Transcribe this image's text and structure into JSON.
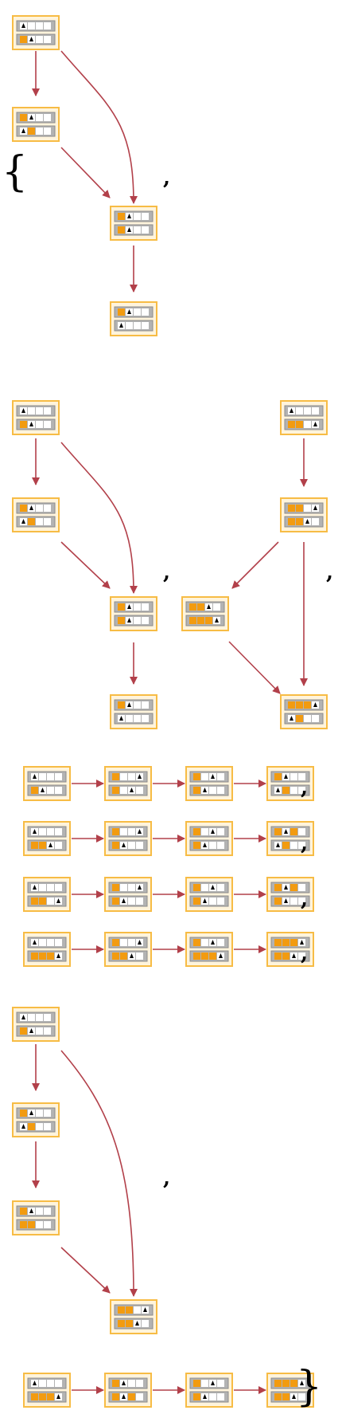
{
  "palette": {
    "frame": "#F7BC45",
    "frame_bg": "#FFF4DC",
    "row_bg": "#B3B3B3",
    "row_border": "#8C8C8C",
    "cell_empty": "#FFFFFF",
    "cell_filled": "#F29B10",
    "head": "#000000",
    "arrow": "#B2404A"
  },
  "punctuation": {
    "open_brace": "{",
    "close_brace": "}",
    "comma": ","
  },
  "graphs": [
    {
      "name": "graph-1",
      "nodes": [
        {
          "id": "a",
          "rows": [
            [
              "h",
              "e",
              "e",
              "e"
            ],
            [
              "f",
              "h",
              "e",
              "e"
            ]
          ]
        },
        {
          "id": "b",
          "rows": [
            [
              "f",
              "h",
              "e",
              "e"
            ],
            [
              "h",
              "f",
              "e",
              "e"
            ]
          ]
        },
        {
          "id": "c",
          "rows": [
            [
              "f",
              "h",
              "e",
              "e"
            ],
            [
              "f",
              "h",
              "e",
              "e"
            ]
          ]
        },
        {
          "id": "d",
          "rows": [
            [
              "f",
              "h",
              "e",
              "e"
            ],
            [
              "h",
              "e",
              "e",
              "e"
            ]
          ]
        }
      ],
      "edges": [
        [
          "a",
          "b"
        ],
        [
          "a",
          "c"
        ],
        [
          "b",
          "c"
        ],
        [
          "c",
          "d"
        ]
      ]
    },
    {
      "name": "graph-2",
      "nodes": [
        {
          "id": "a",
          "rows": [
            [
              "h",
              "e",
              "e",
              "e"
            ],
            [
              "f",
              "h",
              "e",
              "e"
            ]
          ]
        },
        {
          "id": "b",
          "rows": [
            [
              "f",
              "h",
              "e",
              "e"
            ],
            [
              "h",
              "f",
              "e",
              "e"
            ]
          ]
        },
        {
          "id": "c",
          "rows": [
            [
              "f",
              "h",
              "e",
              "e"
            ],
            [
              "f",
              "h",
              "e",
              "e"
            ]
          ]
        },
        {
          "id": "d",
          "rows": [
            [
              "f",
              "h",
              "e",
              "e"
            ],
            [
              "h",
              "e",
              "e",
              "e"
            ]
          ]
        }
      ],
      "edges": [
        [
          "a",
          "b"
        ],
        [
          "a",
          "c"
        ],
        [
          "b",
          "c"
        ],
        [
          "c",
          "d"
        ]
      ]
    },
    {
      "name": "graph-3",
      "nodes": [
        {
          "id": "a",
          "rows": [
            [
              "h",
              "e",
              "e",
              "e"
            ],
            [
              "f",
              "f",
              "e",
              "h"
            ]
          ]
        },
        {
          "id": "b",
          "rows": [
            [
              "f",
              "f",
              "e",
              "h"
            ],
            [
              "f",
              "f",
              "h",
              "e"
            ]
          ]
        },
        {
          "id": "c",
          "rows": [
            [
              "f",
              "f",
              "h",
              "e"
            ],
            [
              "f",
              "f",
              "f",
              "h"
            ]
          ]
        },
        {
          "id": "d",
          "rows": [
            [
              "f",
              "f",
              "f",
              "h"
            ],
            [
              "h",
              "f",
              "e",
              "e"
            ]
          ]
        }
      ],
      "edges": [
        [
          "a",
          "b"
        ],
        [
          "b",
          "c"
        ],
        [
          "b",
          "d"
        ],
        [
          "c",
          "d"
        ]
      ]
    },
    {
      "name": "chain-1",
      "nodes": [
        {
          "id": "a",
          "rows": [
            [
              "h",
              "e",
              "e",
              "e"
            ],
            [
              "f",
              "h",
              "e",
              "e"
            ]
          ]
        },
        {
          "id": "b",
          "rows": [
            [
              "f",
              "e",
              "e",
              "h"
            ],
            [
              "f",
              "e",
              "h",
              "e"
            ]
          ]
        },
        {
          "id": "c",
          "rows": [
            [
              "f",
              "e",
              "h",
              "e"
            ],
            [
              "f",
              "h",
              "e",
              "e"
            ]
          ]
        },
        {
          "id": "d",
          "rows": [
            [
              "f",
              "h",
              "e",
              "e"
            ],
            [
              "h",
              "f",
              "e",
              "e"
            ]
          ]
        }
      ],
      "edges": [
        [
          "a",
          "b"
        ],
        [
          "b",
          "c"
        ],
        [
          "c",
          "d"
        ]
      ]
    },
    {
      "name": "chain-2",
      "nodes": [
        {
          "id": "a",
          "rows": [
            [
              "h",
              "e",
              "e",
              "e"
            ],
            [
              "f",
              "f",
              "h",
              "e"
            ]
          ]
        },
        {
          "id": "b",
          "rows": [
            [
              "f",
              "e",
              "e",
              "h"
            ],
            [
              "f",
              "h",
              "e",
              "e"
            ]
          ]
        },
        {
          "id": "c",
          "rows": [
            [
              "f",
              "e",
              "h",
              "e"
            ],
            [
              "f",
              "h",
              "e",
              "e"
            ]
          ]
        },
        {
          "id": "d",
          "rows": [
            [
              "f",
              "h",
              "f",
              "e"
            ],
            [
              "h",
              "f",
              "e",
              "e"
            ]
          ]
        }
      ],
      "edges": [
        [
          "a",
          "b"
        ],
        [
          "b",
          "c"
        ],
        [
          "c",
          "d"
        ]
      ]
    },
    {
      "name": "chain-3",
      "nodes": [
        {
          "id": "a",
          "rows": [
            [
              "h",
              "e",
              "e",
              "e"
            ],
            [
              "f",
              "f",
              "e",
              "h"
            ]
          ]
        },
        {
          "id": "b",
          "rows": [
            [
              "f",
              "e",
              "e",
              "h"
            ],
            [
              "f",
              "h",
              "e",
              "e"
            ]
          ]
        },
        {
          "id": "c",
          "rows": [
            [
              "f",
              "e",
              "h",
              "e"
            ],
            [
              "f",
              "h",
              "e",
              "e"
            ]
          ]
        },
        {
          "id": "d",
          "rows": [
            [
              "f",
              "h",
              "f",
              "e"
            ],
            [
              "f",
              "h",
              "e",
              "e"
            ]
          ]
        }
      ],
      "edges": [
        [
          "a",
          "b"
        ],
        [
          "b",
          "c"
        ],
        [
          "c",
          "d"
        ]
      ]
    },
    {
      "name": "chain-4",
      "nodes": [
        {
          "id": "a",
          "rows": [
            [
              "h",
              "e",
              "e",
              "e"
            ],
            [
              "f",
              "f",
              "f",
              "h"
            ]
          ]
        },
        {
          "id": "b",
          "rows": [
            [
              "f",
              "e",
              "e",
              "h"
            ],
            [
              "f",
              "f",
              "h",
              "e"
            ]
          ]
        },
        {
          "id": "c",
          "rows": [
            [
              "f",
              "e",
              "h",
              "e"
            ],
            [
              "f",
              "f",
              "f",
              "h"
            ]
          ]
        },
        {
          "id": "d",
          "rows": [
            [
              "f",
              "f",
              "f",
              "h"
            ],
            [
              "f",
              "f",
              "h",
              "e"
            ]
          ]
        }
      ],
      "edges": [
        [
          "a",
          "b"
        ],
        [
          "b",
          "c"
        ],
        [
          "c",
          "d"
        ]
      ]
    },
    {
      "name": "graph-4",
      "nodes": [
        {
          "id": "a",
          "rows": [
            [
              "h",
              "e",
              "e",
              "e"
            ],
            [
              "f",
              "h",
              "e",
              "e"
            ]
          ]
        },
        {
          "id": "b",
          "rows": [
            [
              "f",
              "h",
              "e",
              "e"
            ],
            [
              "h",
              "f",
              "e",
              "e"
            ]
          ]
        },
        {
          "id": "c",
          "rows": [
            [
              "f",
              "h",
              "e",
              "e"
            ],
            [
              "f",
              "f",
              "e",
              "e"
            ]
          ]
        },
        {
          "id": "d",
          "rows": [
            [
              "f",
              "f",
              "e",
              "h"
            ],
            [
              "f",
              "f",
              "h",
              "e"
            ]
          ]
        }
      ],
      "edges": [
        [
          "a",
          "b"
        ],
        [
          "a",
          "d"
        ],
        [
          "b",
          "c"
        ],
        [
          "c",
          "d"
        ]
      ]
    },
    {
      "name": "chain-5",
      "nodes": [
        {
          "id": "a",
          "rows": [
            [
              "h",
              "e",
              "e",
              "e"
            ],
            [
              "f",
              "f",
              "f",
              "h"
            ]
          ]
        },
        {
          "id": "b",
          "rows": [
            [
              "f",
              "h",
              "e",
              "e"
            ],
            [
              "f",
              "h",
              "f",
              "e"
            ]
          ]
        },
        {
          "id": "c",
          "rows": [
            [
              "f",
              "e",
              "h",
              "e"
            ],
            [
              "f",
              "h",
              "e",
              "e"
            ]
          ]
        },
        {
          "id": "d",
          "rows": [
            [
              "f",
              "f",
              "f",
              "h"
            ],
            [
              "f",
              "f",
              "h",
              "e"
            ]
          ]
        }
      ],
      "edges": [
        [
          "a",
          "b"
        ],
        [
          "b",
          "c"
        ],
        [
          "c",
          "d"
        ]
      ]
    }
  ]
}
